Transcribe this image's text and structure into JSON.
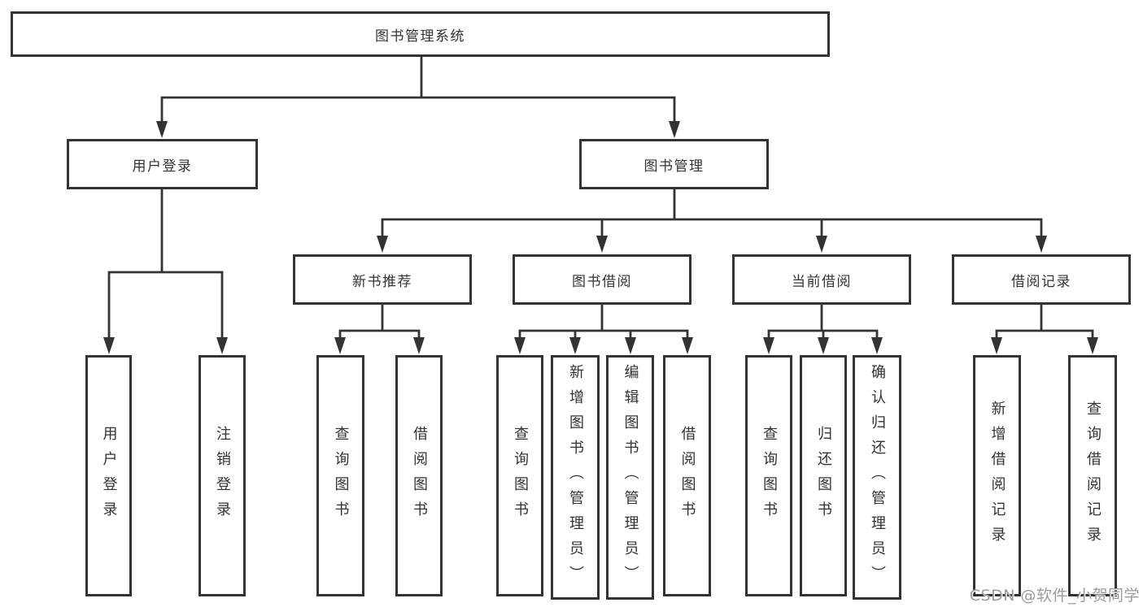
{
  "colors": {
    "line": "#333333",
    "box_border": "#333333",
    "text": "#333333",
    "watermark": "#9c9c9c",
    "background": "#ffffff"
  },
  "tree": {
    "root": {
      "label": "图书管理系统"
    },
    "level2": [
      {
        "label": "用户登录",
        "children": [
          {
            "label": "用户登录"
          },
          {
            "label": "注销登录"
          }
        ]
      },
      {
        "label": "图书管理",
        "groups": [
          {
            "label": "新书推荐",
            "children": [
              {
                "label": "查询图书"
              },
              {
                "label": "借阅图书"
              }
            ]
          },
          {
            "label": "图书借阅",
            "children": [
              {
                "label": "查询图书"
              },
              {
                "label": "新增图书（管理员）"
              },
              {
                "label": "编辑图书（管理员）"
              },
              {
                "label": "借阅图书"
              }
            ]
          },
          {
            "label": "当前借阅",
            "children": [
              {
                "label": "查询图书"
              },
              {
                "label": "归还图书"
              },
              {
                "label": "确认归还（管理员）"
              }
            ]
          },
          {
            "label": "借阅记录",
            "children": [
              {
                "label": "新增借阅记录"
              },
              {
                "label": "查询借阅记录"
              }
            ]
          }
        ]
      }
    ]
  },
  "watermark": {
    "text": "CSDN @软件_小贺同学"
  }
}
